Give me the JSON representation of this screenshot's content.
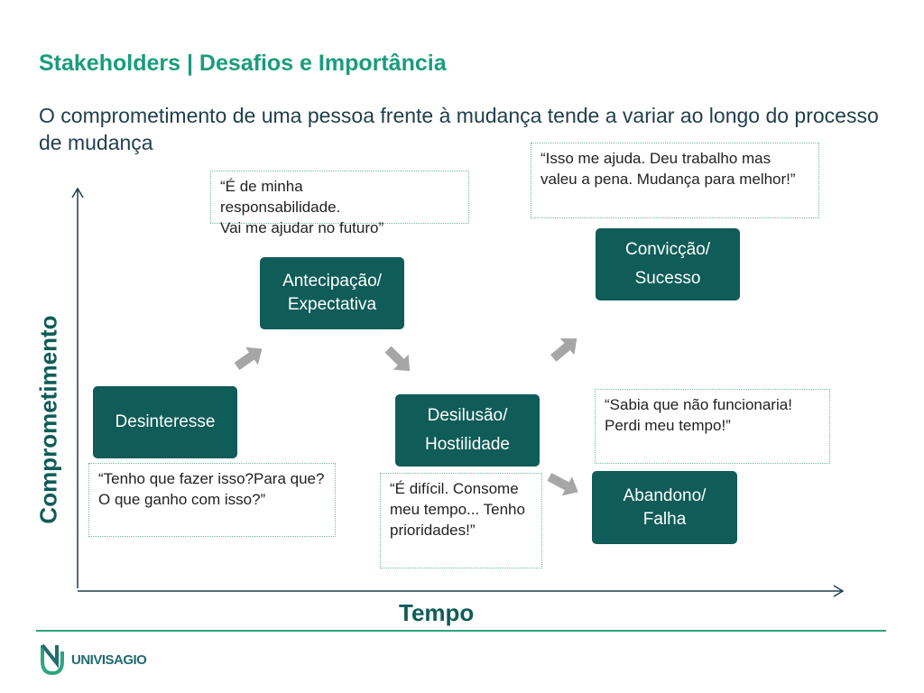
{
  "title": "Stakeholders | Desafios e Importância",
  "subtitle": "O comprometimento de uma pessoa frente à mudança tende a variar ao longo do processo de mudança",
  "axis": {
    "y_label": "Comprometimento",
    "x_label": "Tempo"
  },
  "stages": {
    "desinteresse": "Desinteresse",
    "antecipacao_1": "Antecipação/",
    "antecipacao_2": "Expectativa",
    "desilusao_1": "Desilusão/",
    "desilusao_2": "Hostilidade",
    "conviccao_1": "Convicção/",
    "conviccao_2": "Sucesso",
    "abandono_1": "Abandono/",
    "abandono_2": "Falha"
  },
  "quotes": {
    "desinteresse": "“Tenho que fazer isso?Para que? O que ganho com isso?”",
    "antecipacao_l1": "“É de minha",
    "antecipacao_l2": "responsabilidade.",
    "antecipacao_l3": "Vai me ajudar no futuro”",
    "desilusao": "“É difícil. Consome meu tempo... Tenho prioridades!”",
    "conviccao": "“Isso me ajuda. Deu trabalho mas valeu a pena. Mudança para melhor!”",
    "abandono": "“Sabia que não funcionaria! Perdi meu tempo!”"
  },
  "logo": {
    "text": "UNIVISAGIO"
  },
  "colors": {
    "title": "#1a9c7c",
    "stage_fill": "#0f5c58",
    "arrow": "#a6a6a6"
  }
}
